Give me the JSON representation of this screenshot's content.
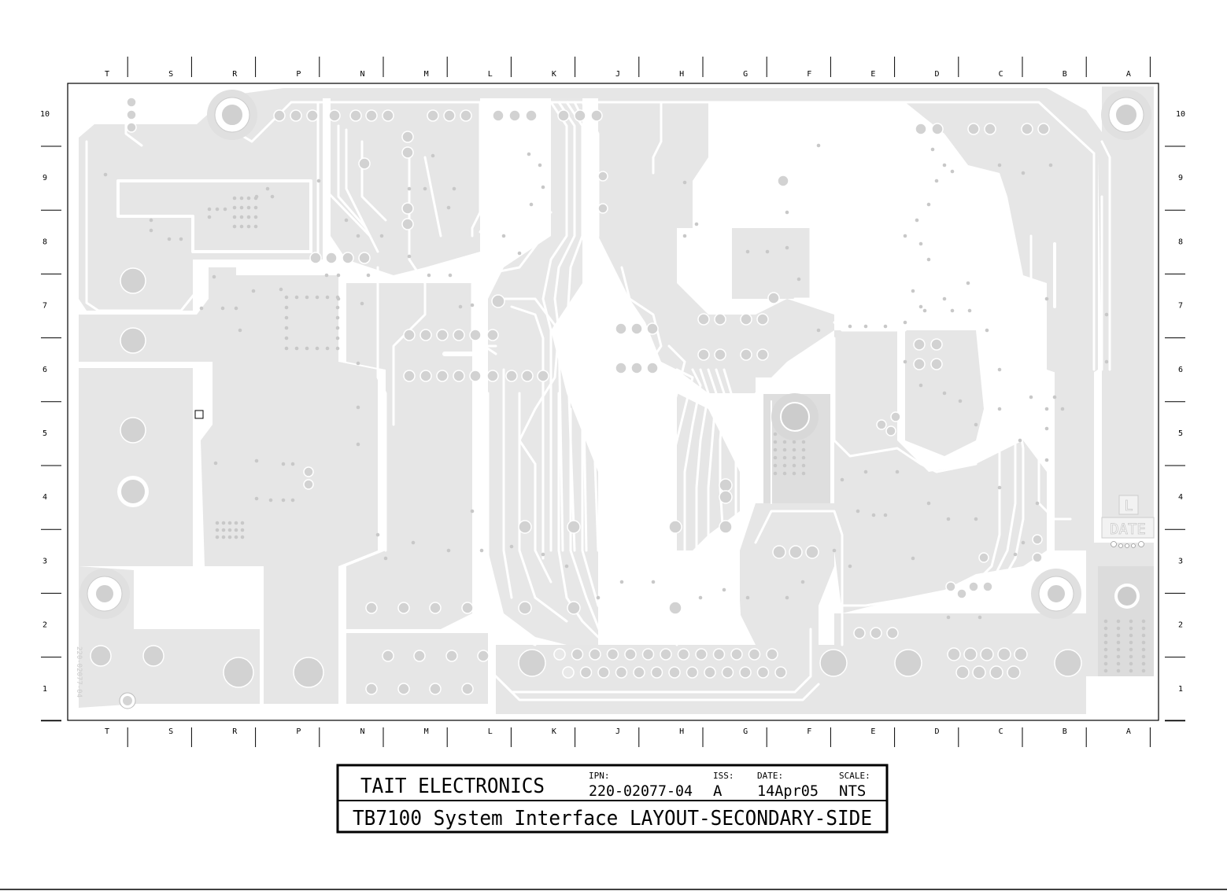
{
  "grid": {
    "columns": [
      "T",
      "S",
      "R",
      "P",
      "N",
      "M",
      "L",
      "K",
      "J",
      "H",
      "G",
      "F",
      "E",
      "D",
      "C",
      "B",
      "A"
    ],
    "rows": [
      "10",
      "9",
      "8",
      "7",
      "6",
      "5",
      "4",
      "3",
      "2",
      "1"
    ]
  },
  "board": {
    "silk_id": "220-02077-04",
    "marker_label": "L",
    "date_label": "DATE"
  },
  "title_block": {
    "company": "TAIT ELECTRONICS",
    "ipn_label": "IPN:",
    "ipn_value": "220-02077-04",
    "iss_label": "ISS:",
    "iss_value": "A",
    "date_label": "DATE:",
    "date_value": "14Apr05",
    "scale_label": "SCALE:",
    "scale_value": "NTS",
    "drawing_title": "TB7100 System Interface LAYOUT-SECONDARY-SIDE"
  }
}
